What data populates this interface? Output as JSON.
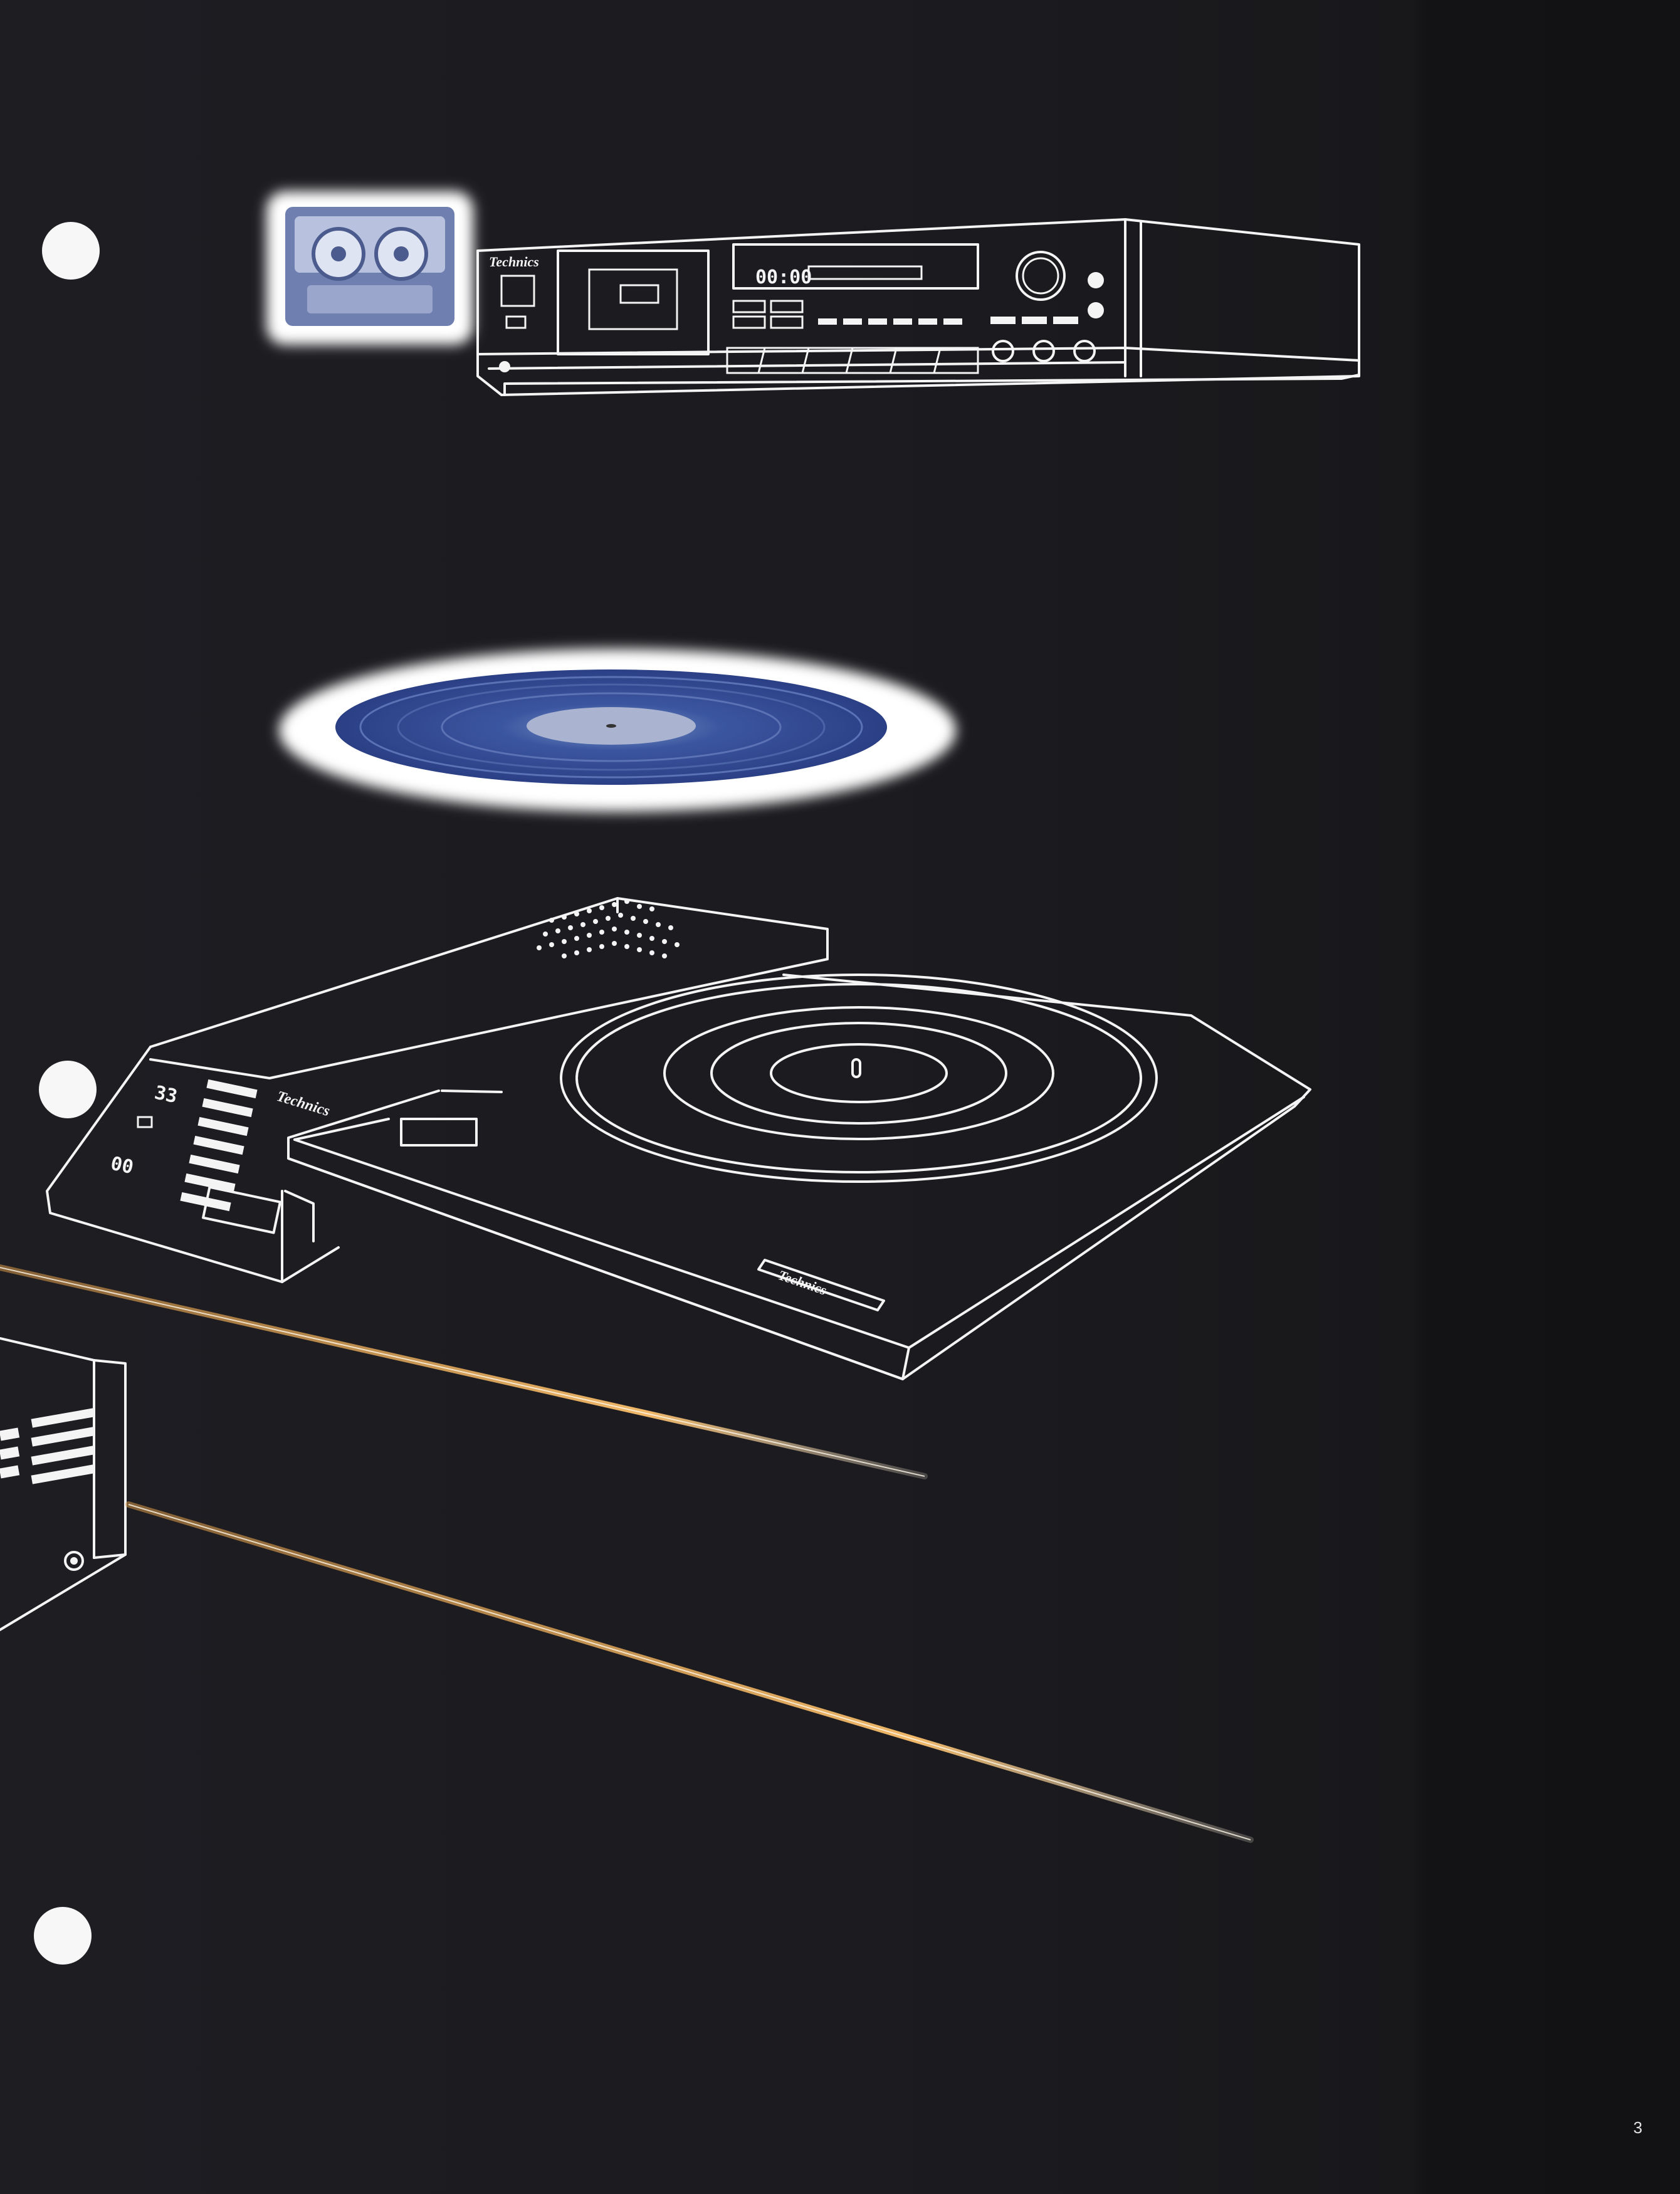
{
  "page": {
    "number": "3",
    "background_color": "#1c1b1f",
    "line_color": "#f4f4f4",
    "accent_color": "#e8a24a"
  },
  "cassette_deck": {
    "brand_label": "Technics",
    "display_text": "00:00"
  },
  "turntable": {
    "brand_label": "Technics",
    "front_brand_label": "Technics",
    "speed_label": "33",
    "display_text": "00"
  },
  "icons": [
    "cassette-tape-icon",
    "vinyl-record-icon",
    "punch-hole-icon"
  ]
}
